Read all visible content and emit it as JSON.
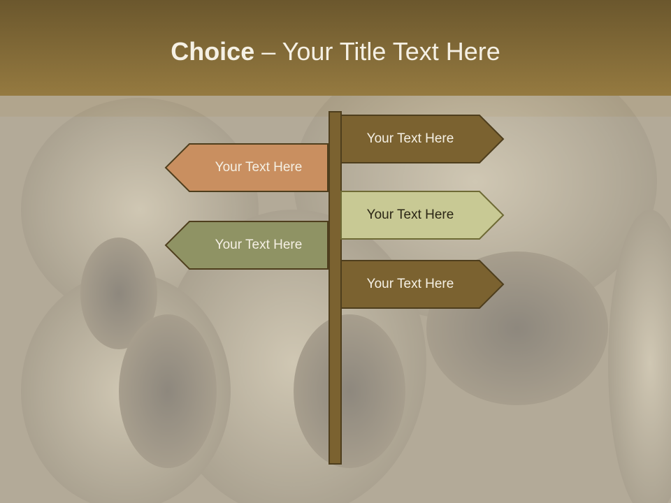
{
  "title": {
    "bold": "Choice",
    "rest": " – Your Title Text Here"
  },
  "signs": [
    {
      "label": "Your Text Here",
      "direction": "right",
      "color": "#7b6230"
    },
    {
      "label": "Your Text Here",
      "direction": "left",
      "color": "#c98f60"
    },
    {
      "label": "Your Text Here",
      "direction": "right",
      "color": "#c8c994"
    },
    {
      "label": "Your Text Here",
      "direction": "left",
      "color": "#8f9364"
    },
    {
      "label": "Your Text Here",
      "direction": "right",
      "color": "#7b6230"
    }
  ],
  "post_color": "#7b6230"
}
